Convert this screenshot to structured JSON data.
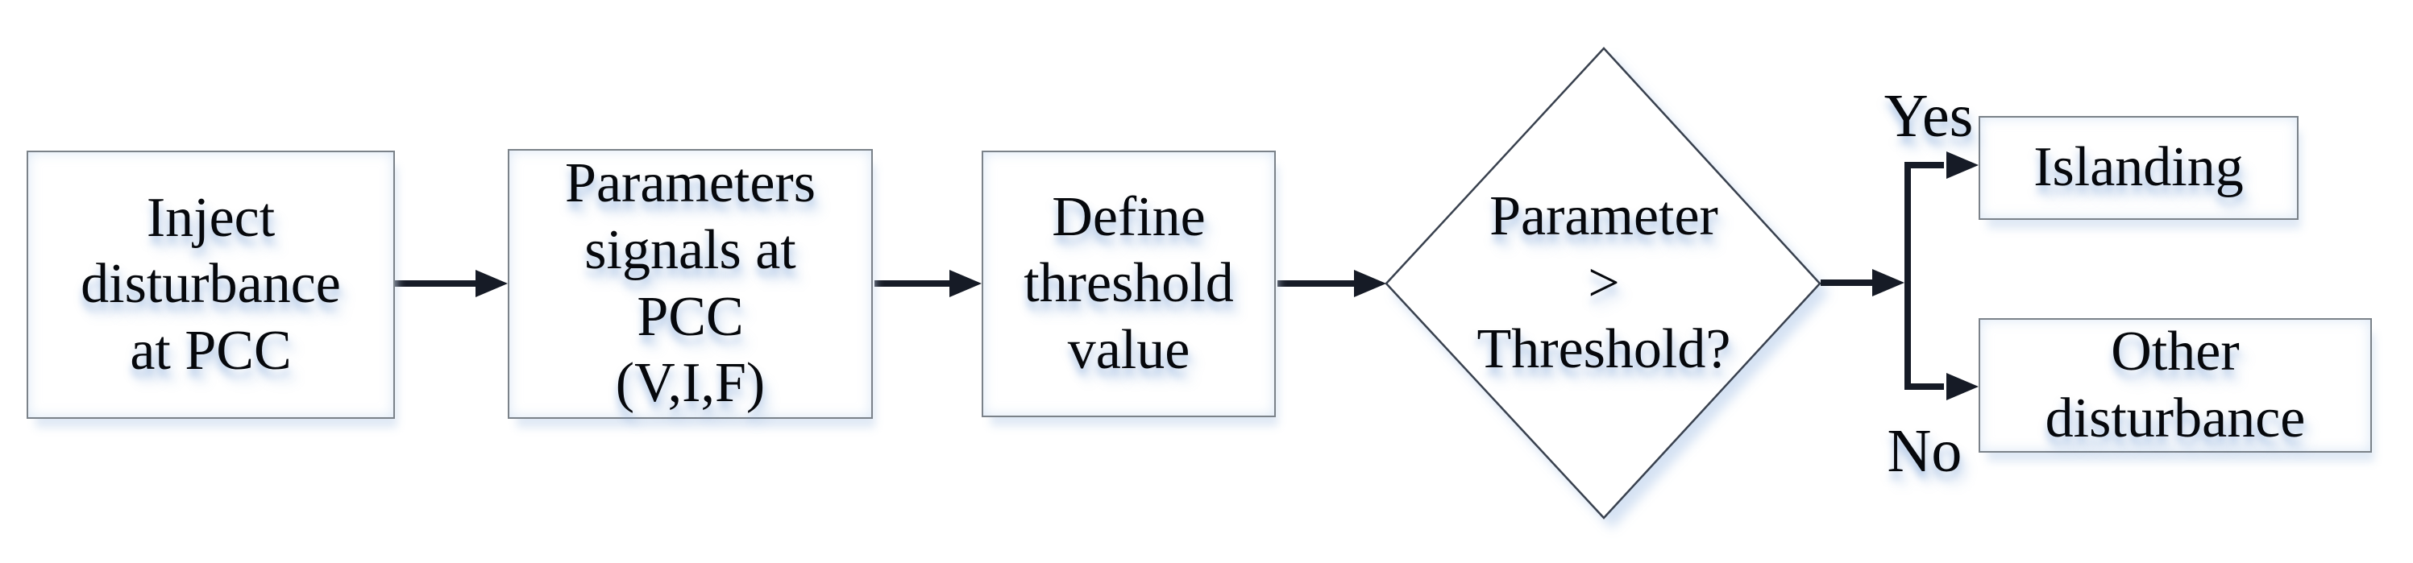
{
  "figure": {
    "type": "flowchart",
    "background": "#ffffff",
    "colors": {
      "arrow": "#161b26",
      "process_border": "#7b8289",
      "decision_border": "#39414e",
      "text": "#06080c",
      "text_glow": "#6996d2"
    },
    "nodes": [
      {
        "id": "inject-disturbance",
        "shape": "process",
        "label": "Inject\ndisturbance\nat PCC"
      },
      {
        "id": "parameter-signals",
        "shape": "process",
        "label": "Parameters\nsignals at\nPCC\n(V,I,F)"
      },
      {
        "id": "define-threshold",
        "shape": "process",
        "label": "Define\nthreshold\nvalue"
      },
      {
        "id": "threshold-decision",
        "shape": "decision",
        "label": "Parameter\n>\nThreshold?"
      },
      {
        "id": "islanding",
        "shape": "process",
        "label": "Islanding"
      },
      {
        "id": "other-disturbance",
        "shape": "process",
        "label": "Other\ndisturbance"
      }
    ],
    "edges": [
      {
        "from": "inject-disturbance",
        "to": "parameter-signals",
        "label": ""
      },
      {
        "from": "parameter-signals",
        "to": "define-threshold",
        "label": ""
      },
      {
        "from": "define-threshold",
        "to": "threshold-decision",
        "label": ""
      },
      {
        "from": "threshold-decision",
        "to": "islanding",
        "label": "Yes"
      },
      {
        "from": "threshold-decision",
        "to": "other-disturbance",
        "label": "No"
      }
    ]
  }
}
